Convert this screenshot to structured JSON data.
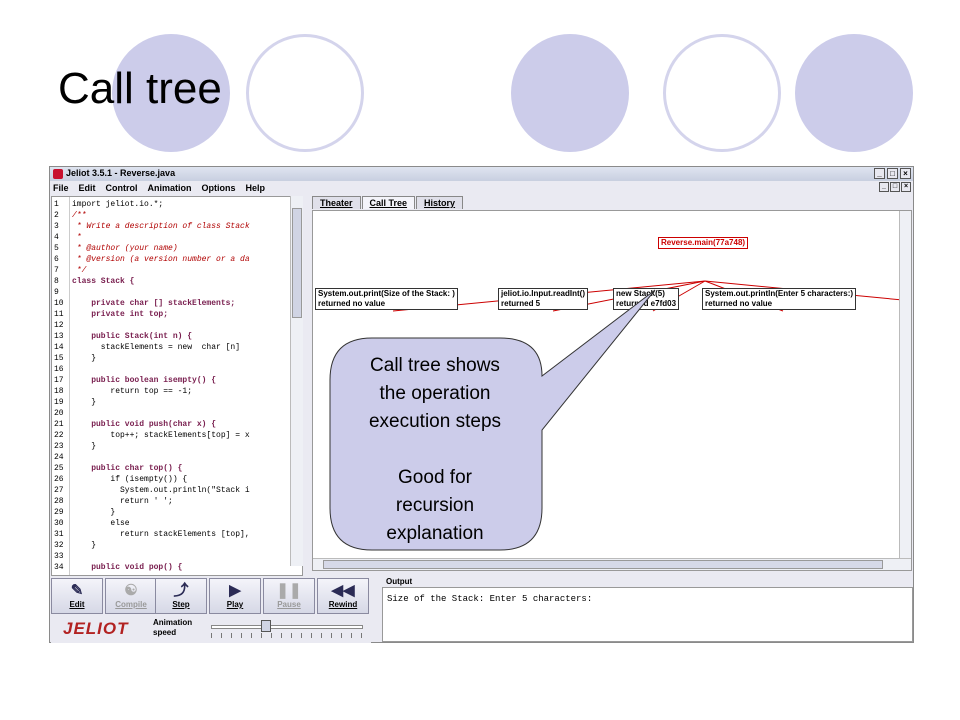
{
  "slide": {
    "title": "Call tree",
    "callout_lines": [
      "Call tree shows",
      "the operation",
      "execution steps",
      "",
      "Good for",
      "recursion",
      "explanation"
    ]
  },
  "window": {
    "title": "Jeliot 3.5.1 - Reverse.java",
    "menu": [
      "File",
      "Edit",
      "Control",
      "Animation",
      "Options",
      "Help"
    ]
  },
  "code": [
    {
      "n": "1",
      "t": "import jeliot.io.*;",
      "k": "plain"
    },
    {
      "n": "2",
      "t": "/**",
      "k": "cm"
    },
    {
      "n": "3",
      "t": " * Write a description of class Stack",
      "k": "cm"
    },
    {
      "n": "4",
      "t": " *",
      "k": "cm"
    },
    {
      "n": "5",
      "t": " * @author (your name)",
      "k": "cm"
    },
    {
      "n": "6",
      "t": " * @version (a version number or a da",
      "k": "cm"
    },
    {
      "n": "7",
      "t": " */",
      "k": "cm"
    },
    {
      "n": "8",
      "t": "class Stack {",
      "k": "kw"
    },
    {
      "n": "9",
      "t": "",
      "k": "plain"
    },
    {
      "n": "10",
      "t": "    private char [] stackElements;",
      "k": "kw"
    },
    {
      "n": "11",
      "t": "    private int top;",
      "k": "kw"
    },
    {
      "n": "12",
      "t": "",
      "k": "plain"
    },
    {
      "n": "13",
      "t": "    public Stack(int n) {",
      "k": "kw"
    },
    {
      "n": "14",
      "t": "      stackElements = new  char [n]",
      "k": "plain"
    },
    {
      "n": "15",
      "t": "    }",
      "k": "plain"
    },
    {
      "n": "16",
      "t": "",
      "k": "plain"
    },
    {
      "n": "17",
      "t": "    public boolean isempty() {",
      "k": "kw"
    },
    {
      "n": "18",
      "t": "        return top == -1;",
      "k": "plain"
    },
    {
      "n": "19",
      "t": "    }",
      "k": "plain"
    },
    {
      "n": "20",
      "t": "",
      "k": "plain"
    },
    {
      "n": "21",
      "t": "    public void push(char x) {",
      "k": "kw"
    },
    {
      "n": "22",
      "t": "        top++; stackElements[top] = x",
      "k": "plain"
    },
    {
      "n": "23",
      "t": "    }",
      "k": "plain"
    },
    {
      "n": "24",
      "t": "",
      "k": "plain"
    },
    {
      "n": "25",
      "t": "    public char top() {",
      "k": "kw"
    },
    {
      "n": "26",
      "t": "        if (isempty()) {",
      "k": "plain"
    },
    {
      "n": "27",
      "t": "          System.out.println(\"Stack i",
      "k": "plain"
    },
    {
      "n": "28",
      "t": "          return ' ';",
      "k": "plain"
    },
    {
      "n": "29",
      "t": "        }",
      "k": "plain"
    },
    {
      "n": "30",
      "t": "        else",
      "k": "plain"
    },
    {
      "n": "31",
      "t": "          return stackElements [top],",
      "k": "plain"
    },
    {
      "n": "32",
      "t": "    }",
      "k": "plain"
    },
    {
      "n": "33",
      "t": "",
      "k": "plain"
    },
    {
      "n": "34",
      "t": "    public void pop() {",
      "k": "kw"
    }
  ],
  "tabs": [
    "Theater",
    "Call Tree",
    "History"
  ],
  "active_tab": "Call Tree",
  "call_tree": {
    "root": "Reverse.main(77a748)",
    "children": [
      {
        "line1": "System.out.print(Size of the Stack: )",
        "line2": "returned no value"
      },
      {
        "line1": "jeliot.io.Input.readInt()",
        "line2": "returned 5"
      },
      {
        "line1": "new Stack(5)",
        "line2": "returned e7fd03"
      },
      {
        "line1": "System.out.println(Enter 5 characters:)",
        "line2": "returned no value"
      }
    ]
  },
  "controls": {
    "buttons": [
      {
        "label": "Edit",
        "icon": "edit-icon",
        "glyph": "✎",
        "enabled": true
      },
      {
        "label": "Compile",
        "icon": "compile-icon",
        "glyph": "☯",
        "enabled": false
      },
      {
        "label": "Step",
        "icon": "step-icon",
        "glyph": "⤴",
        "enabled": true
      },
      {
        "label": "Play",
        "icon": "play-icon",
        "glyph": "▶",
        "enabled": true
      },
      {
        "label": "Pause",
        "icon": "pause-icon",
        "glyph": "❚❚",
        "enabled": false
      },
      {
        "label": "Rewind",
        "icon": "rewind-icon",
        "glyph": "◀◀",
        "enabled": true
      }
    ],
    "logo": "JELIOT",
    "speed_label_1": "Animation",
    "speed_label_2": "speed",
    "speed_value": 0.36
  },
  "output": {
    "label": "Output",
    "text": "Size of the Stack: Enter 5 characters:"
  },
  "colors": {
    "circle_fill": "#ccccea",
    "callout_fill": "#ccccea",
    "root_node": "#cc0000"
  }
}
